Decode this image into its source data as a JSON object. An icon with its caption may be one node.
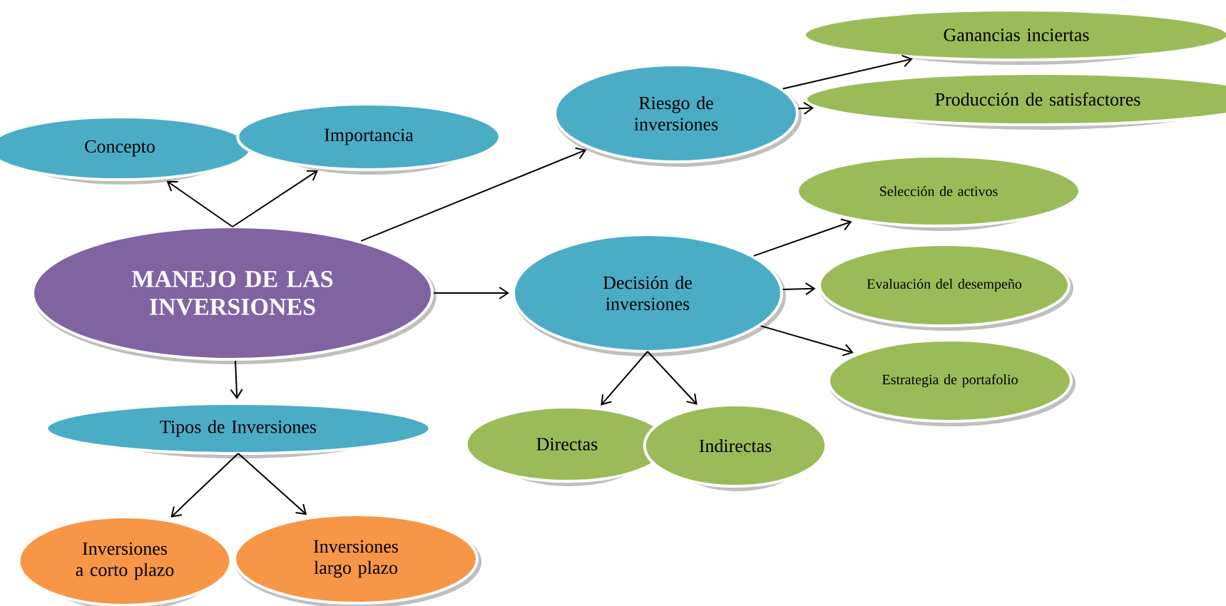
{
  "diagram": {
    "nodes": [
      {
        "text": [
          "MANEJO DE LAS INVERSIONES"
        ]
      },
      {
        "text": [
          "Concepto"
        ]
      },
      {
        "text": [
          "Importancia"
        ]
      },
      {
        "text": [
          "Tipos de Inversiones"
        ]
      },
      {
        "text": [
          "Inversiones a corto plazo"
        ]
      },
      {
        "text": [
          "Inversiones largo plazo"
        ]
      },
      {
        "text": [
          "Riesgo de inversiones"
        ]
      },
      {
        "text": [
          "Decisión de inversiones"
        ]
      },
      {
        "text": [
          "Ganancias inciertas"
        ]
      },
      {
        "text": [
          "Producción de satisfactores"
        ]
      },
      {
        "text": [
          "Selección de activos"
        ]
      },
      {
        "text": [
          "Evaluación del desempeño"
        ]
      },
      {
        "text": [
          "Estrategia de portafolio"
        ]
      },
      {
        "text": [
          "Directas"
        ]
      },
      {
        "text": [
          "Indirectas"
        ]
      }
    ],
    "edges": [
      {
        "from": 0,
        "to": 1,
        "arrow": "to"
      },
      {
        "from": 0,
        "to": 2,
        "arrow": "to"
      },
      {
        "from": 0,
        "to": 3,
        "arrow": "to"
      },
      {
        "from": 3,
        "to": 4,
        "arrow": "to"
      },
      {
        "from": 3,
        "to": 5,
        "arrow": "to"
      },
      {
        "from": 0,
        "to": 6,
        "arrow": "to"
      },
      {
        "from": 0,
        "to": 7,
        "arrow": "to"
      },
      {
        "from": 6,
        "to": 8,
        "arrow": "to"
      },
      {
        "from": 6,
        "to": 9,
        "arrow": "to"
      },
      {
        "from": 7,
        "to": 10,
        "arrow": "to"
      },
      {
        "from": 7,
        "to": 11,
        "arrow": "to"
      },
      {
        "from": 7,
        "to": 12,
        "arrow": "to"
      },
      {
        "from": 7,
        "to": 13,
        "arrow": "to"
      },
      {
        "from": 7,
        "to": 14,
        "arrow": "to"
      }
    ]
  }
}
